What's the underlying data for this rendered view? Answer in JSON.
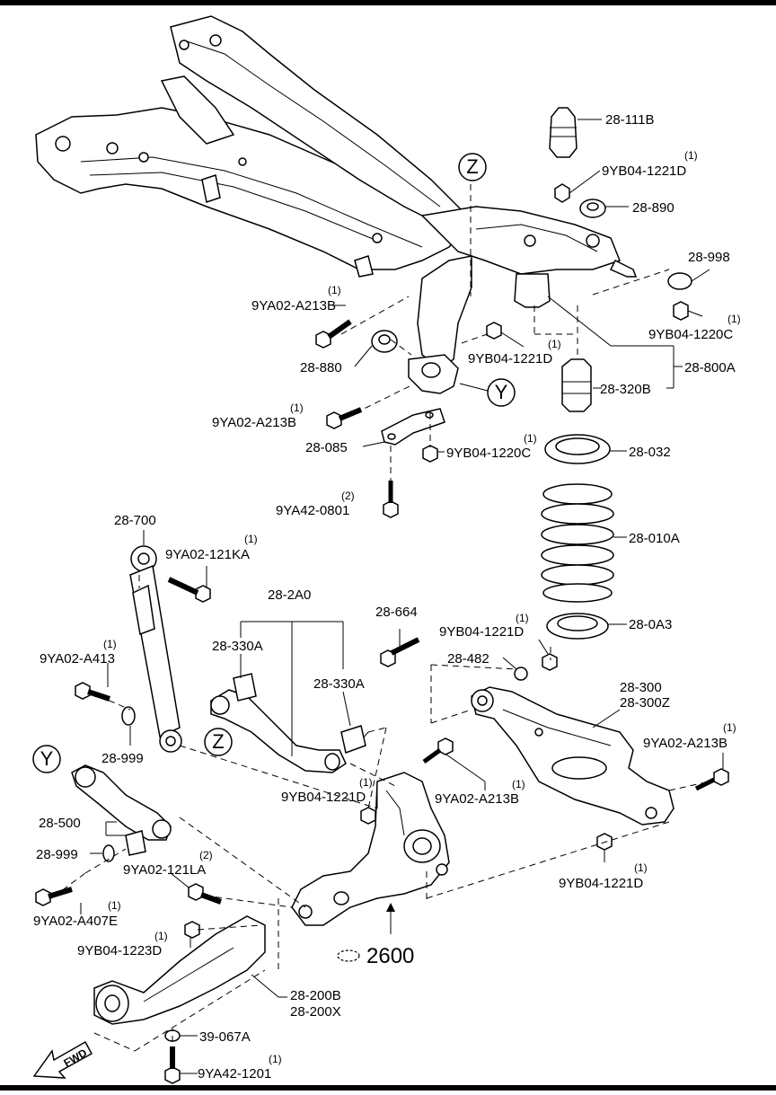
{
  "labels": {
    "l_28_111B": "28-111B",
    "l_9YB04_1221D_a": "9YB04-1221D",
    "l_9YB04_1221D_a_q": "(1)",
    "l_28_890": "28-890",
    "l_28_998": "28-998",
    "l_9YB04_1220C_a": "9YB04-1220C",
    "l_9YB04_1220C_a_q": "(1)",
    "l_9YA02_A213B_a": "9YA02-A213B",
    "l_9YA02_A213B_a_q": "(1)",
    "l_28_880": "28-880",
    "l_9YB04_1221D_b": "9YB04-1221D",
    "l_9YB04_1221D_b_q": "(1)",
    "l_28_800A": "28-800A",
    "l_28_320B": "28-320B",
    "l_9YA02_A213B_b": "9YA02-A213B",
    "l_9YA02_A213B_b_q": "(1)",
    "l_28_085": "28-085",
    "l_9YB04_1220C_b": "9YB04-1220C",
    "l_9YB04_1220C_b_q": "(1)",
    "l_28_032": "28-032",
    "l_9YA42_0801": "9YA42-0801",
    "l_9YA42_0801_q": "(2)",
    "l_28_010A": "28-010A",
    "l_28_700": "28-700",
    "l_9YA02_121KA": "9YA02-121KA",
    "l_9YA02_121KA_q": "(1)",
    "l_28_2A0": "28-2A0",
    "l_28_664": "28-664",
    "l_9YB04_1221D_c": "9YB04-1221D",
    "l_9YB04_1221D_c_q": "(1)",
    "l_28_0A3": "28-0A3",
    "l_28_330A_a": "28-330A",
    "l_28_330A_b": "28-330A",
    "l_28_482": "28-482",
    "l_28_300": "28-300",
    "l_28_300Z": "28-300Z",
    "l_9YA02_A413": "9YA02-A413",
    "l_9YA02_A413_q": "(1)",
    "l_28_999_a": "28-999",
    "l_9YA02_A213B_c": "9YA02-A213B",
    "l_9YA02_A213B_c_q": "(1)",
    "l_9YB04_1221D_d": "9YB04-1221D",
    "l_9YB04_1221D_d_q": "(1)",
    "l_9YA02_A213B_d": "9YA02-A213B",
    "l_9YA02_A213B_d_q": "(1)",
    "l_28_500": "28-500",
    "l_28_999_b": "28-999",
    "l_9YA02_121LA": "9YA02-121LA",
    "l_9YA02_121LA_q": "(2)",
    "l_9YB04_1221D_e": "9YB04-1221D",
    "l_9YB04_1221D_e_q": "(1)",
    "l_9YA02_A407E": "9YA02-A407E",
    "l_9YA02_A407E_q": "(1)",
    "l_9YB04_1223D": "9YB04-1223D",
    "l_9YB04_1223D_q": "(1)",
    "l_2600": "2600",
    "l_28_200B": "28-200B",
    "l_28_200X": "28-200X",
    "l_39_067A": "39-067A",
    "l_9YA42_1201": "9YA42-1201",
    "l_9YA42_1201_q": "(1)",
    "fwd": "FWD"
  },
  "markers": {
    "z_top": "Z",
    "y_top": "Y",
    "z_left": "Z",
    "y_left": "Y"
  }
}
